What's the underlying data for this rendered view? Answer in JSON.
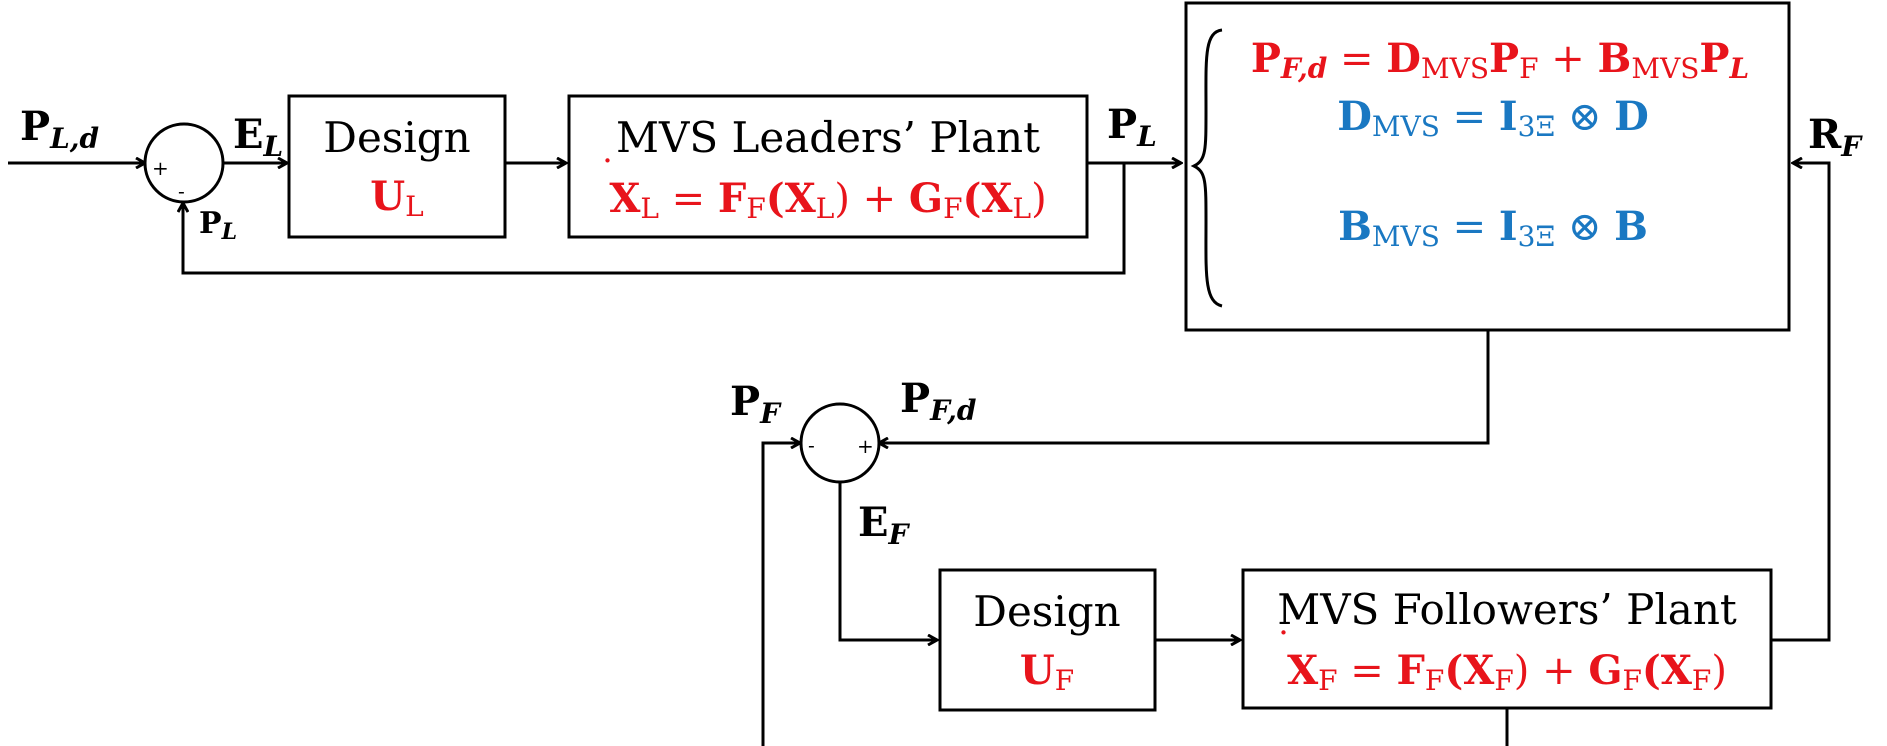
{
  "inputs": {
    "leader_ref": {
      "main": "P",
      "sub": "L,d"
    },
    "leader_error": {
      "main": "E",
      "sub": "L"
    },
    "leader_feedback": {
      "main": "P",
      "sub": "L"
    },
    "leader_output": {
      "main": "P",
      "sub": "L"
    },
    "follower_feedback": {
      "main": "P",
      "sub": "F"
    },
    "follower_ref": {
      "main": "P",
      "sub": "F,d"
    },
    "follower_error": {
      "main": "E",
      "sub": "F"
    },
    "follower_output": {
      "main": "R",
      "sub": "F"
    }
  },
  "sum_signs": {
    "leader": {
      "plus": "+",
      "minus": "-"
    },
    "follower": {
      "plus": "+",
      "minus": "-"
    }
  },
  "blocks": {
    "leader_design": {
      "title": "Design",
      "control": {
        "main": "U",
        "sub": "L"
      }
    },
    "leader_plant": {
      "title": "MVS Leaders’ Plant",
      "equation": {
        "x": "X",
        "xs": "L",
        "eq": " = ",
        "f": "F",
        "fs": "F",
        "arg": "(X",
        "args": "L",
        "close": ")",
        "plus": " + ",
        "g": "G",
        "gs": "F",
        "arg2": "(X",
        "arg2s": "L",
        "close2": ")"
      }
    },
    "follower_design": {
      "title": "Design",
      "control": {
        "main": "U",
        "sub": "F"
      }
    },
    "follower_plant": {
      "title": "MVS Followers’ Plant",
      "equation": {
        "x": "X",
        "xs": "F",
        "eq": " = ",
        "f": "F",
        "fs": "F",
        "arg": "(X",
        "args": "F",
        "close": ")",
        "plus": " + ",
        "g": "G",
        "gs": "F",
        "arg2": "(X",
        "arg2s": "F",
        "close2": ")"
      }
    },
    "transform": {
      "line1": {
        "a": "P",
        "as": "F,d",
        "eq": " = ",
        "b": "D",
        "bs": "MVS",
        "c": "P",
        "cs": "F",
        "plus": " + ",
        "d": "B",
        "ds": "MVS",
        "e": "P",
        "es": "L"
      },
      "line2": {
        "a": "D",
        "as": "MVS",
        "eq": " = ",
        "b": "I",
        "bs": "3Ξ",
        "op": " ⊗ ",
        "c": "D"
      },
      "line3": {
        "a": "B",
        "as": "MVS",
        "eq": " = ",
        "b": "I",
        "bs": "3Ξ",
        "op": " ⊗ ",
        "c": "B"
      }
    }
  },
  "colors": {
    "equation_red": "#e8141b",
    "equation_blue": "#1a78c2",
    "line": "#000000"
  }
}
